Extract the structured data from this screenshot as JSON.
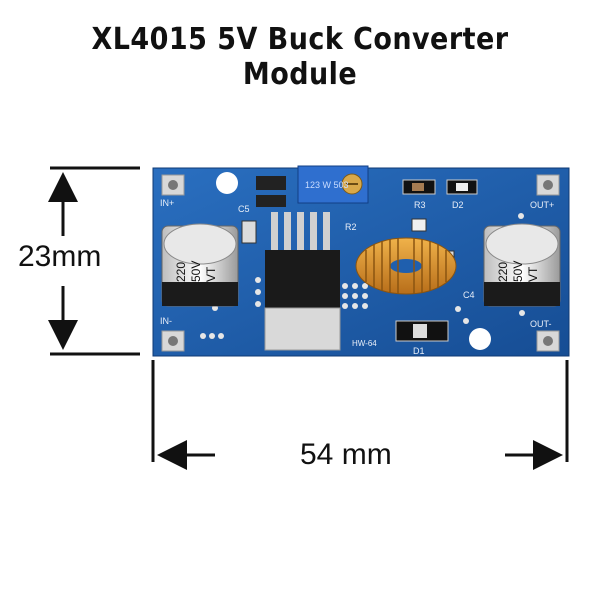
{
  "title": "XL4015 5V Buck Converter Module",
  "dimensions": {
    "height": "23mm",
    "width": "54 mm"
  },
  "board": {
    "terminals": {
      "in_plus": "IN+",
      "in_minus": "IN-",
      "out_plus": "OUT+",
      "out_minus": "OUT-"
    },
    "capacitor_left": [
      "220",
      "50V",
      "VT"
    ],
    "capacitor_right": [
      "220",
      "50V",
      "VT"
    ],
    "potentiometer": "123 W 503",
    "labels": {
      "c5": "C5",
      "r2": "R2",
      "r3": "R3",
      "d2": "D2",
      "c4": "C4",
      "d1": "D1",
      "hw": "HW-64"
    }
  },
  "colors": {
    "pcb": "#1f5fae",
    "inductor": "#d08a2a",
    "text": "#111111"
  }
}
